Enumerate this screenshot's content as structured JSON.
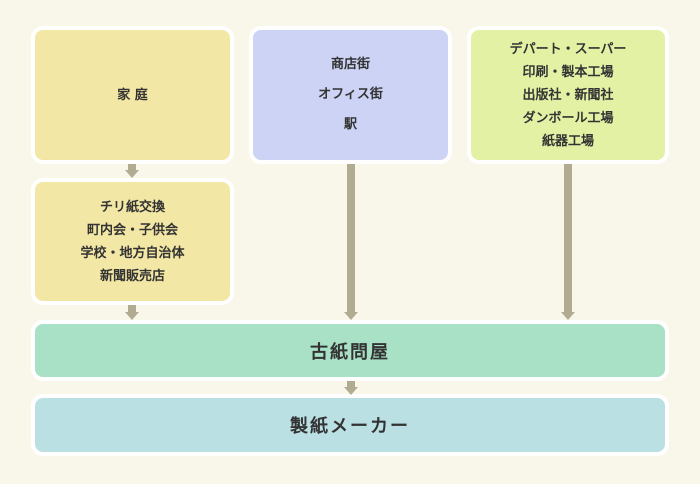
{
  "katei": {
    "lines": [
      "家 庭"
    ]
  },
  "shotengai": {
    "lines": [
      "商店街",
      "オフィス街",
      "駅"
    ]
  },
  "department": {
    "lines": [
      "デパート・スーパー",
      "印刷・製本工場",
      "出版社・新聞社",
      "ダンボール工場",
      "紙器工場"
    ]
  },
  "collectors": {
    "lines": [
      "チリ紙交換",
      "町内会・子供会",
      "学校・地方自治体",
      "新聞販売店"
    ]
  },
  "wholesaler": {
    "label": "古紙問屋"
  },
  "maker": {
    "label": "製紙メーカー"
  },
  "colors": {
    "background": "#f9f6ea",
    "yellow_box": "#f2e7a4",
    "blue_box": "#ccd3f4",
    "lime_box": "#e2f1a4",
    "green_box": "#a9e1c6",
    "cyan_box": "#bbe0e4",
    "arrow": "#b1ab91"
  }
}
